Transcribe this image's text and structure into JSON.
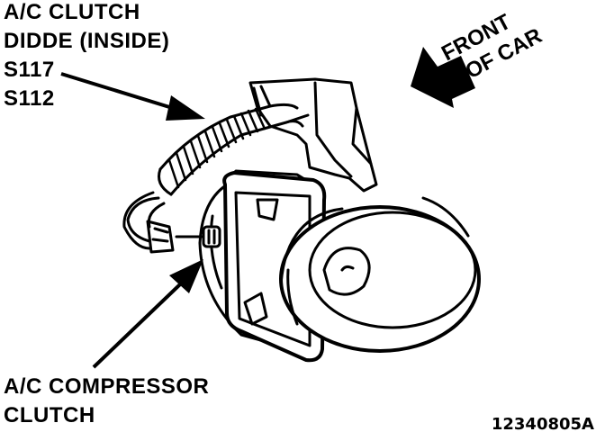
{
  "labels": {
    "diode_line1": "A/C CLUTCH",
    "diode_line2": "DIDDE (INSIDE)",
    "diode_line3": "S117",
    "diode_line4": "S112",
    "compressor_line1": "A/C COMPRESSOR",
    "compressor_line2": "CLUTCH",
    "front_line1": "FRONT",
    "front_line2": "OF CAR",
    "figure_id": "12340805A"
  }
}
